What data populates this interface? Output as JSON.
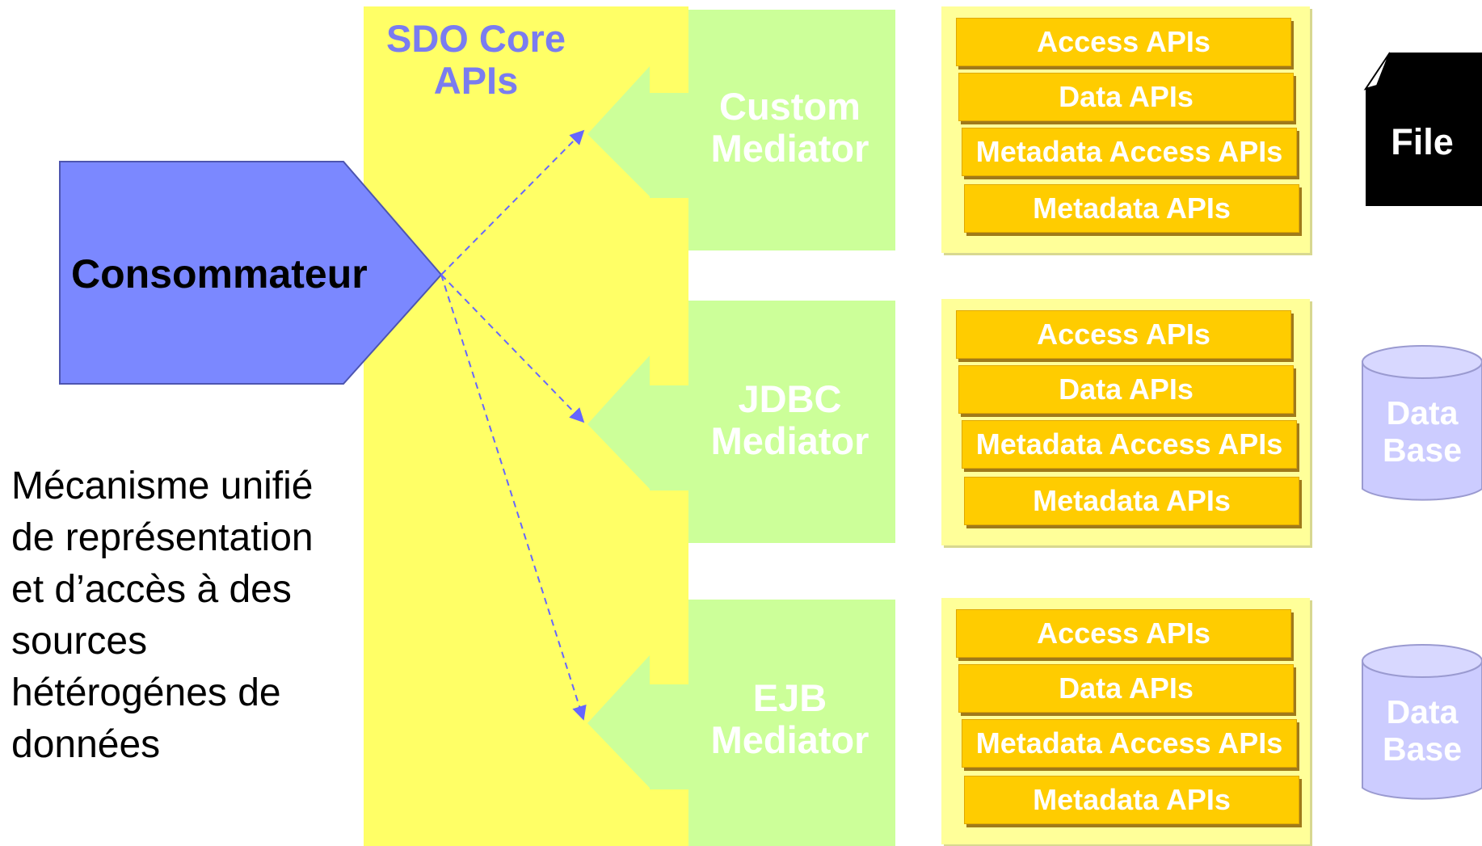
{
  "core": {
    "title_line1": "SDO Core",
    "title_line2": "APIs"
  },
  "consumer": {
    "label": "Consommateur"
  },
  "description": {
    "lines": [
      "Mécanisme unifié",
      "de représentation",
      "et d’accès à des",
      "sources",
      "hétérogénes de",
      "données"
    ]
  },
  "mediators": [
    {
      "line1": "Custom",
      "line2": "Mediator"
    },
    {
      "line1": "JDBC",
      "line2": "Mediator"
    },
    {
      "line1": "EJB",
      "line2": "Mediator"
    }
  ],
  "api_groups": [
    {
      "items": [
        "Access  APIs",
        "Data  APIs",
        "Metadata Access APIs",
        "Metadata  APIs"
      ]
    },
    {
      "items": [
        "Access  APIs",
        "Data  APIs",
        "Metadata Access APIs",
        "Metadata  APIs"
      ]
    },
    {
      "items": [
        "Access  APIs",
        "Data  APIs",
        "Metadata Access APIs",
        "Metadata  APIs"
      ]
    }
  ],
  "sources": {
    "file": "File",
    "db1": {
      "line1": "Data",
      "line2": "Base"
    },
    "db2": {
      "line1": "Data",
      "line2": "Base"
    }
  },
  "colors": {
    "core": "#ffff66",
    "mediator": "#ccff99",
    "consumer": "#7b88ff",
    "api": "#ffcc00",
    "api_group": "#ffff99",
    "database": "#ccccff",
    "core_title": "#7a7cf0"
  }
}
